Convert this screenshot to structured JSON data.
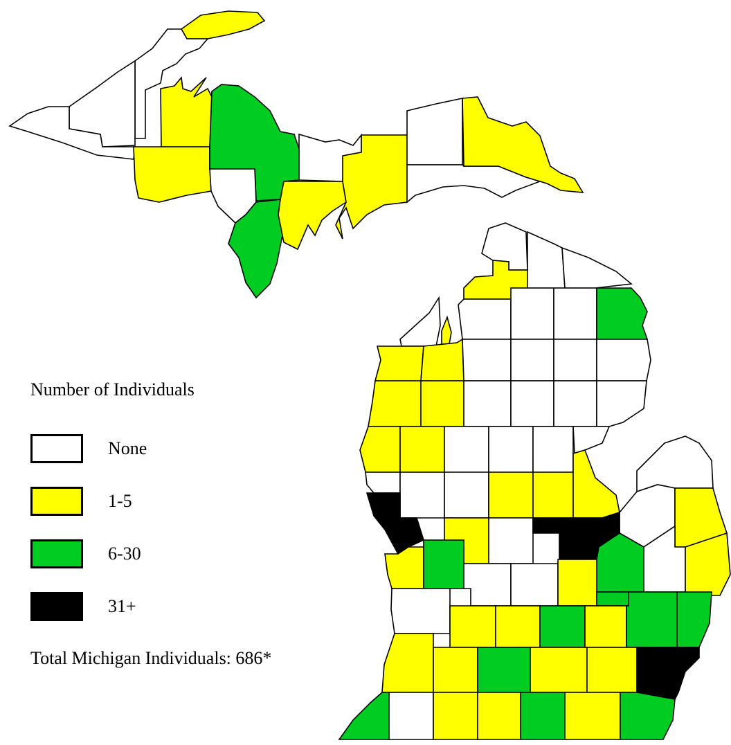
{
  "legend": {
    "title": "Number of Individuals",
    "items": [
      {
        "label": "None",
        "color": "#ffffff"
      },
      {
        "label": "1-5",
        "color": "#ffff00"
      },
      {
        "label": "6-30",
        "color": "#00cc22"
      },
      {
        "label": "31+",
        "color": "#000000"
      }
    ]
  },
  "total": {
    "label": "Total Michigan Individuals: 686*"
  }
}
